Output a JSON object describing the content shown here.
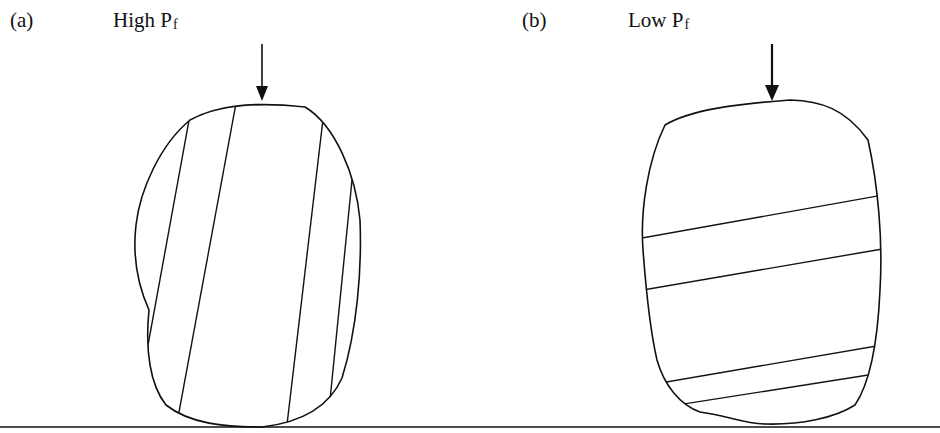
{
  "diagram": {
    "labels": [
      "(a)",
      "High P",
      "f",
      "(b)",
      "Low P",
      "f"
    ]
  }
}
